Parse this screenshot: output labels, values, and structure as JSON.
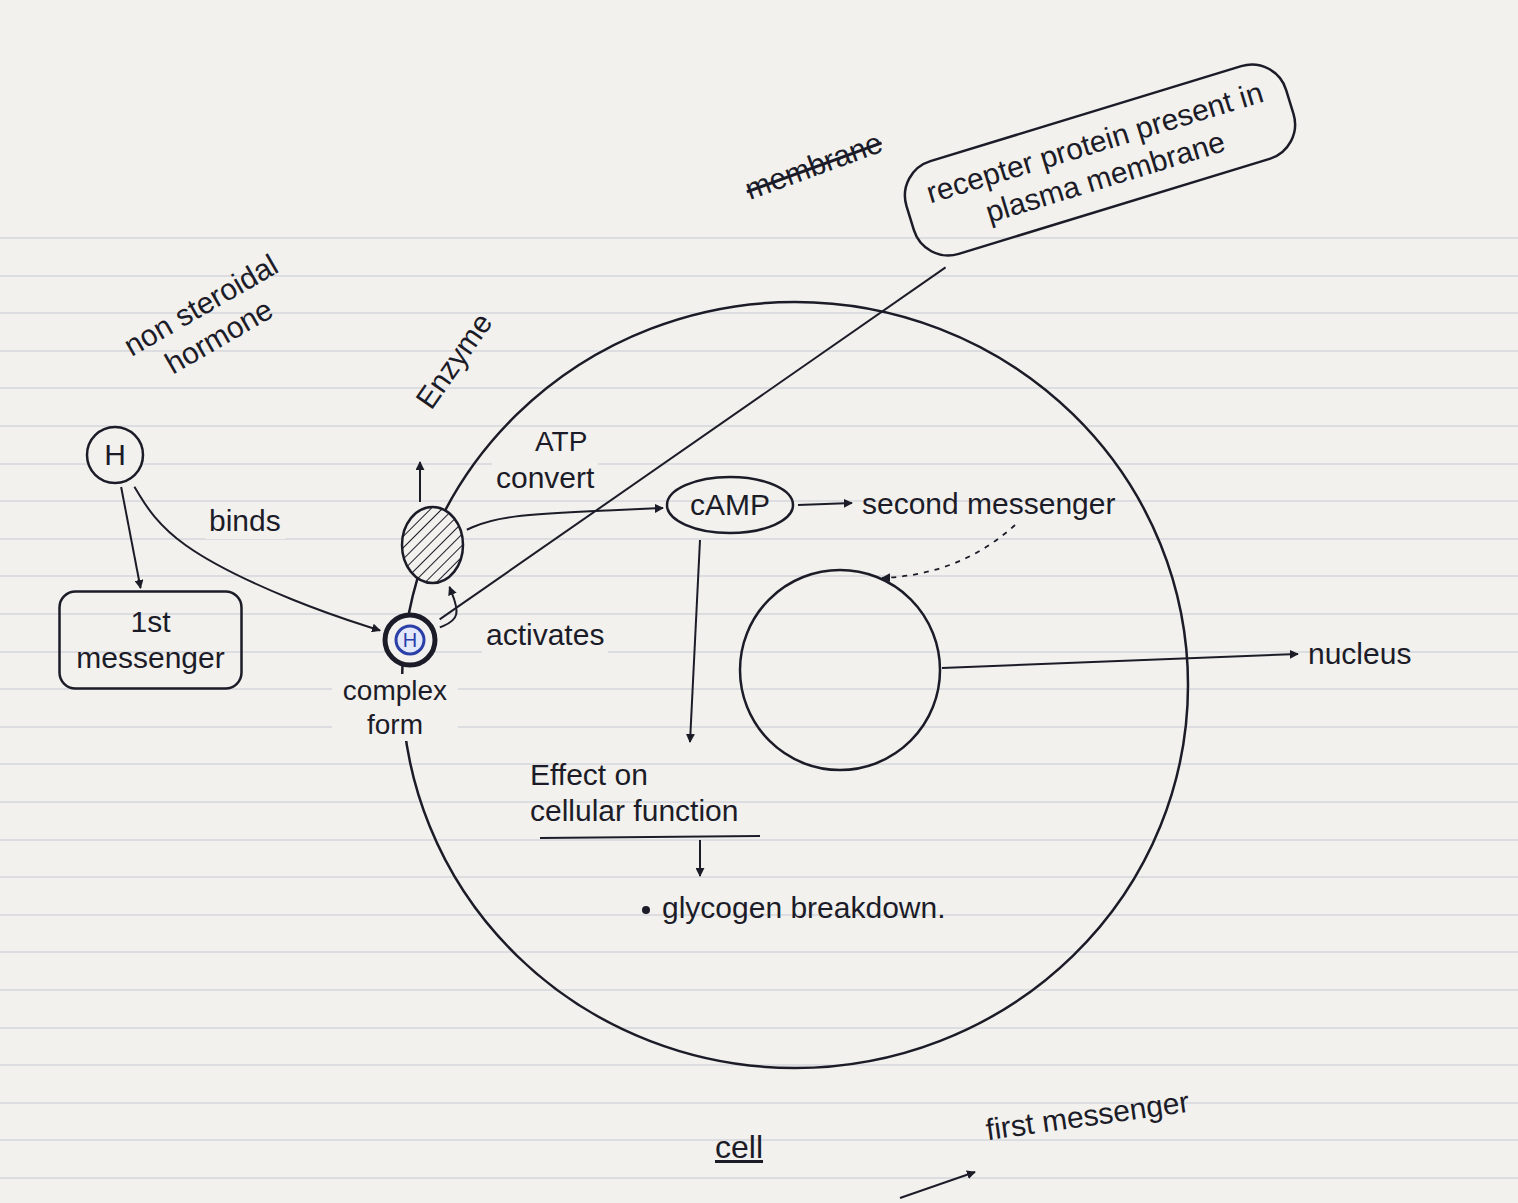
{
  "diagram": {
    "nodes": [
      {
        "text": [
          "cell"
        ]
      },
      {
        "text": [
          "H"
        ]
      },
      {
        "text": [
          "1st messenger"
        ]
      },
      {
        "text": [
          "recepter protein present in plasma membrane"
        ]
      },
      {
        "text": [
          "Enzyme"
        ]
      },
      {
        "text": [
          "H",
          "complex form"
        ]
      },
      {
        "text": [
          "cAMP"
        ],
        "in": 0
      }
    ],
    "edges": [
      {
        "from": 1,
        "to": 2,
        "arrow": "to"
      },
      {
        "from": 1,
        "to": 5,
        "label": "binds",
        "arrow": "to"
      },
      {
        "from": 5,
        "to": 4,
        "label": "activates",
        "arrow": "to"
      },
      {
        "from": 4,
        "to": 6,
        "label": "convert",
        "arrow": "to"
      },
      {
        "from": 5,
        "to": 3,
        "arrow": "none"
      }
    ],
    "labels": [
      "non steroidal hormone",
      "membrane",
      "ATP",
      "second messenger",
      "Effect on cellular function",
      "glycogen breakdown.",
      "nucleus",
      "first messenger"
    ]
  }
}
